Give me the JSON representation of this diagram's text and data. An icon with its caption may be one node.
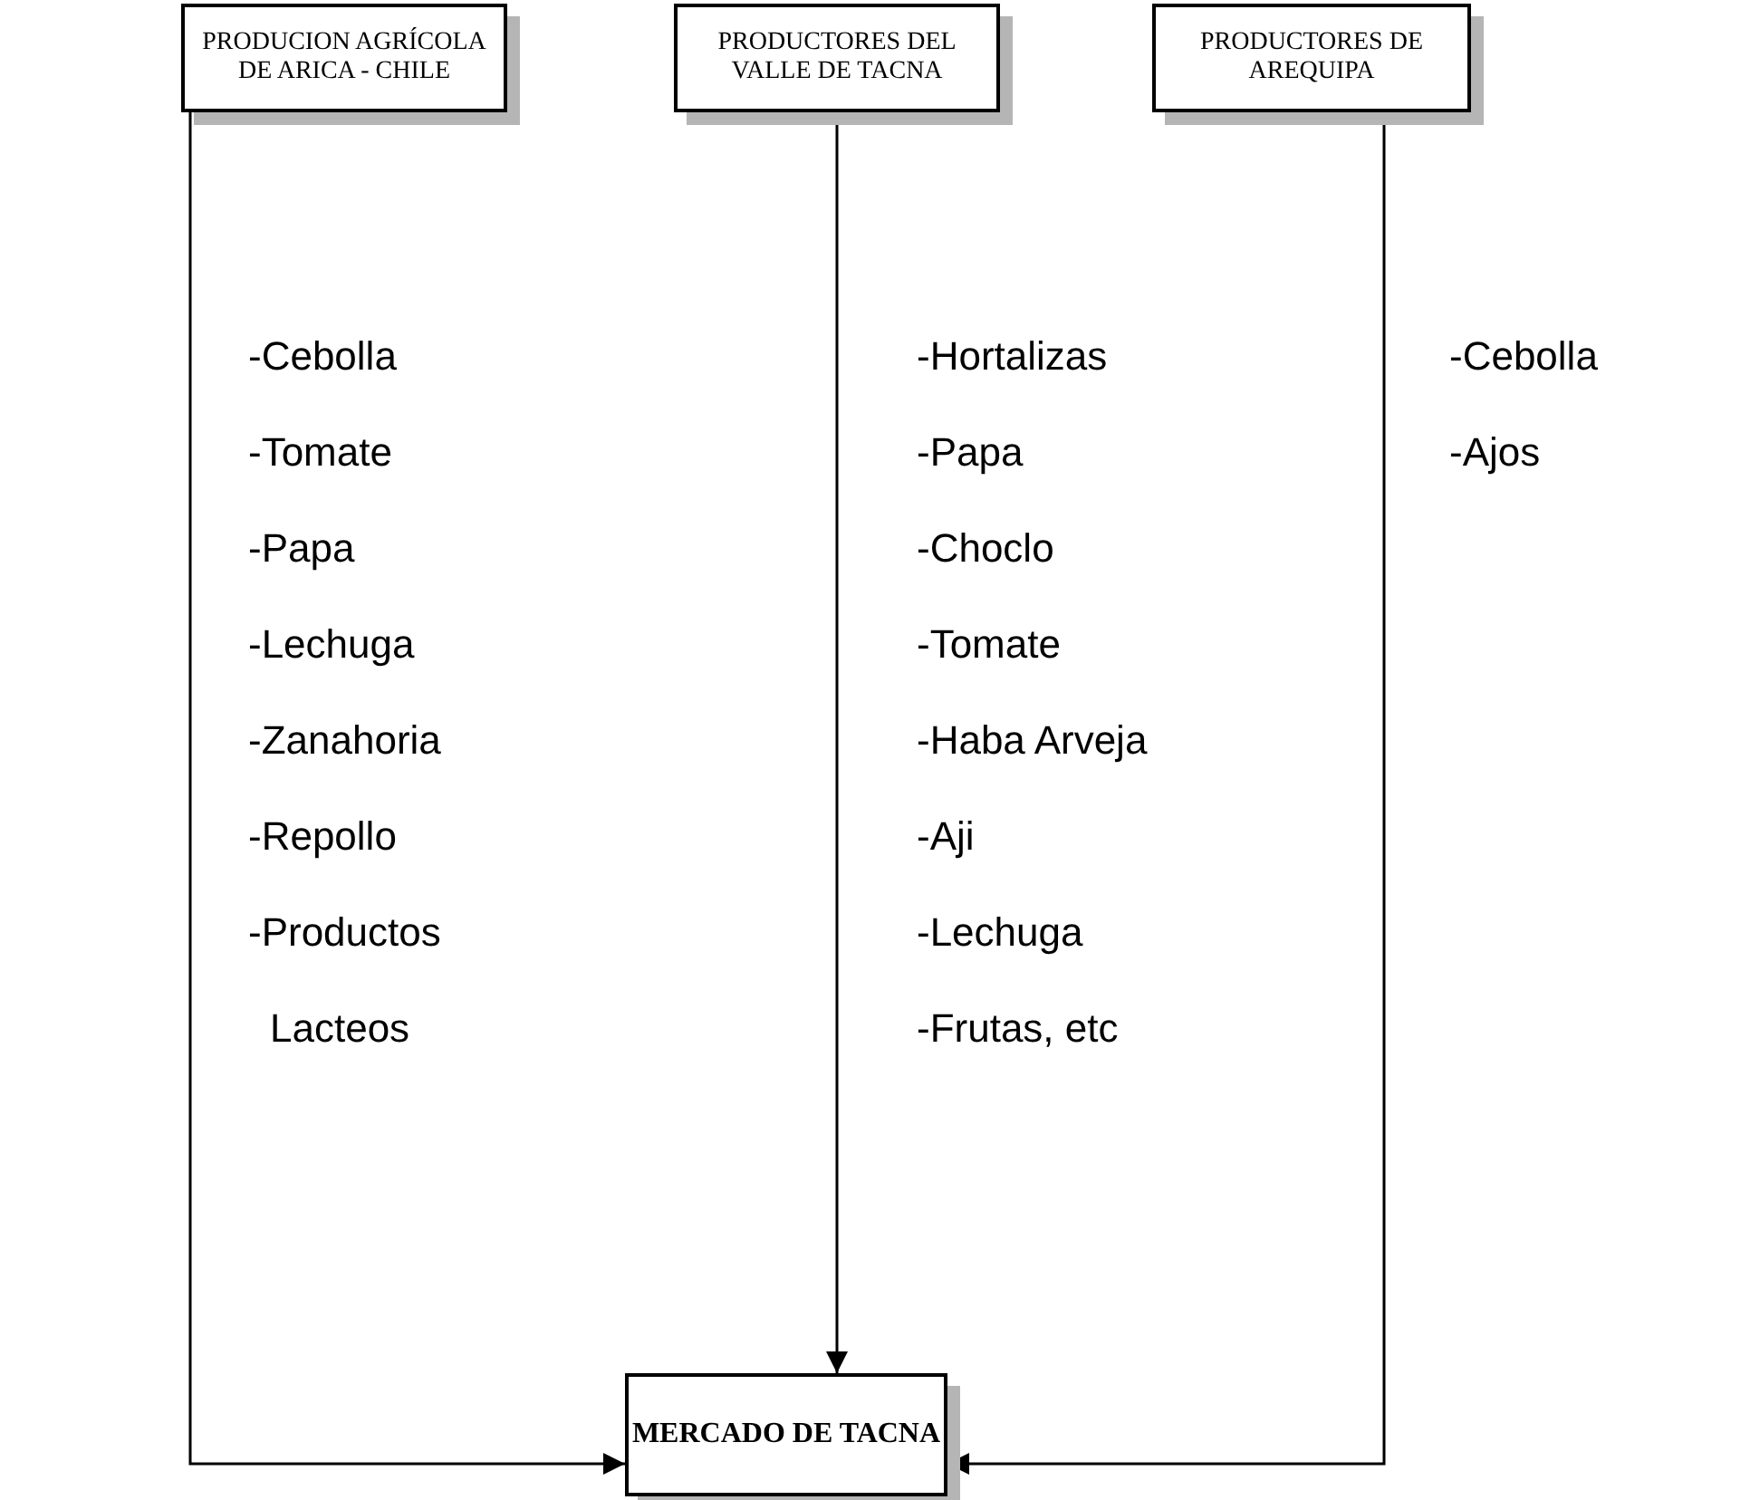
{
  "diagram": {
    "nodes": [
      {
        "text": [
          "PRODUCION AGRÍCOLA DE ARICA - CHILE"
        ]
      },
      {
        "text": [
          "PRODUCTORES DEL VALLE DE TACNA"
        ]
      },
      {
        "text": [
          "PRODUCTORES DE AREQUIPA"
        ]
      },
      {
        "text": [
          "MERCADO DE TACNA"
        ]
      }
    ],
    "edges": [
      {
        "from": 0,
        "to": 3,
        "arrow": "to"
      },
      {
        "from": 1,
        "to": 3,
        "arrow": "to"
      },
      {
        "from": 2,
        "to": 3,
        "arrow": "to"
      }
    ],
    "labels": [
      "-Cebolla",
      "-Tomate",
      "-Papa",
      "-Lechuga",
      "-Zanahoria",
      "-Repollo",
      "-Productos Lacteos",
      "-Hortalizas",
      "-Papa",
      "-Choclo",
      "-Tomate",
      "-Haba Arveja",
      "-Aji",
      "-Lechuga",
      "-Frutas, etc",
      "-Cebolla",
      "-Ajos"
    ]
  }
}
